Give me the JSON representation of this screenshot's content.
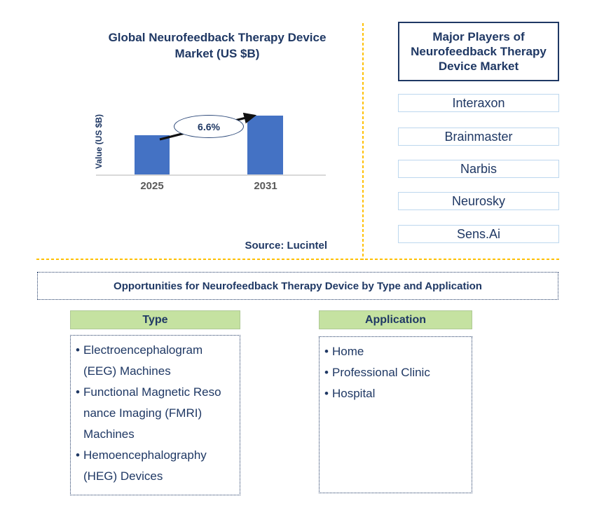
{
  "colors": {
    "navy_text": "#1F3864",
    "bar_blue": "#4472C4",
    "gold_divider": "#FFC000",
    "player_box_border": "#BDD7EE",
    "green_header_bg": "#C5E2A1",
    "axis_tick_gray": "#595959"
  },
  "chart": {
    "title_lines": [
      "Global Neurofeedback Therapy Device",
      "Market (US $B)"
    ],
    "y_axis_label": "Value (US $B)",
    "growth_label": "6.6%",
    "x_labels": [
      "2025",
      "2031"
    ],
    "source": "Source: Lucintel"
  },
  "chart_data": {
    "type": "bar",
    "title": "Global Neurofeedback Therapy Device Market (US $B)",
    "ylabel": "Value (US $B)",
    "xlabel": "",
    "categories": [
      "2025",
      "2031"
    ],
    "values": [
      1.0,
      1.5
    ],
    "values_note": "no numeric axis shown; bar heights relative, 2031 about 1.5x the 2025 bar",
    "annotation": "6.6%",
    "bar_color": "#4472C4",
    "grid": "off",
    "legend": "none",
    "source": "Source: Lucintel"
  },
  "major_players": {
    "title": "Major Players of Neurofeedback Therapy Device Market",
    "items": [
      "Interaxon",
      "Brainmaster",
      "Narbis",
      "Neurosky",
      "Sens.Ai"
    ]
  },
  "opportunities": {
    "banner": "Opportunities for Neurofeedback Therapy Device by Type and Application",
    "type": {
      "header": "Type",
      "items": [
        "Electroencephalogram (EEG) Machines",
        "Functional Magnetic Resonance Imaging (FMRI) Machines",
        "Hemoencephalography (HEG) Devices"
      ],
      "lines": [
        {
          "prefix": "•",
          "text": "Electroencephalogram"
        },
        {
          "prefix": "",
          "text": "(EEG) Machines"
        },
        {
          "prefix": "•",
          "text": "Functional Magnetic Reso"
        },
        {
          "prefix": "",
          "text": "nance Imaging (FMRI)"
        },
        {
          "prefix": "",
          "text": "Machines"
        },
        {
          "prefix": "•",
          "text": "Hemoencephalography"
        },
        {
          "prefix": "",
          "text": "(HEG) Devices"
        }
      ]
    },
    "application": {
      "header": "Application",
      "items": [
        "Home",
        "Professional Clinic",
        "Hospital"
      ],
      "lines": [
        {
          "prefix": "•",
          "text": "Home"
        },
        {
          "prefix": "•",
          "text": "Professional Clinic"
        },
        {
          "prefix": "•",
          "text": "Hospital"
        }
      ]
    }
  }
}
